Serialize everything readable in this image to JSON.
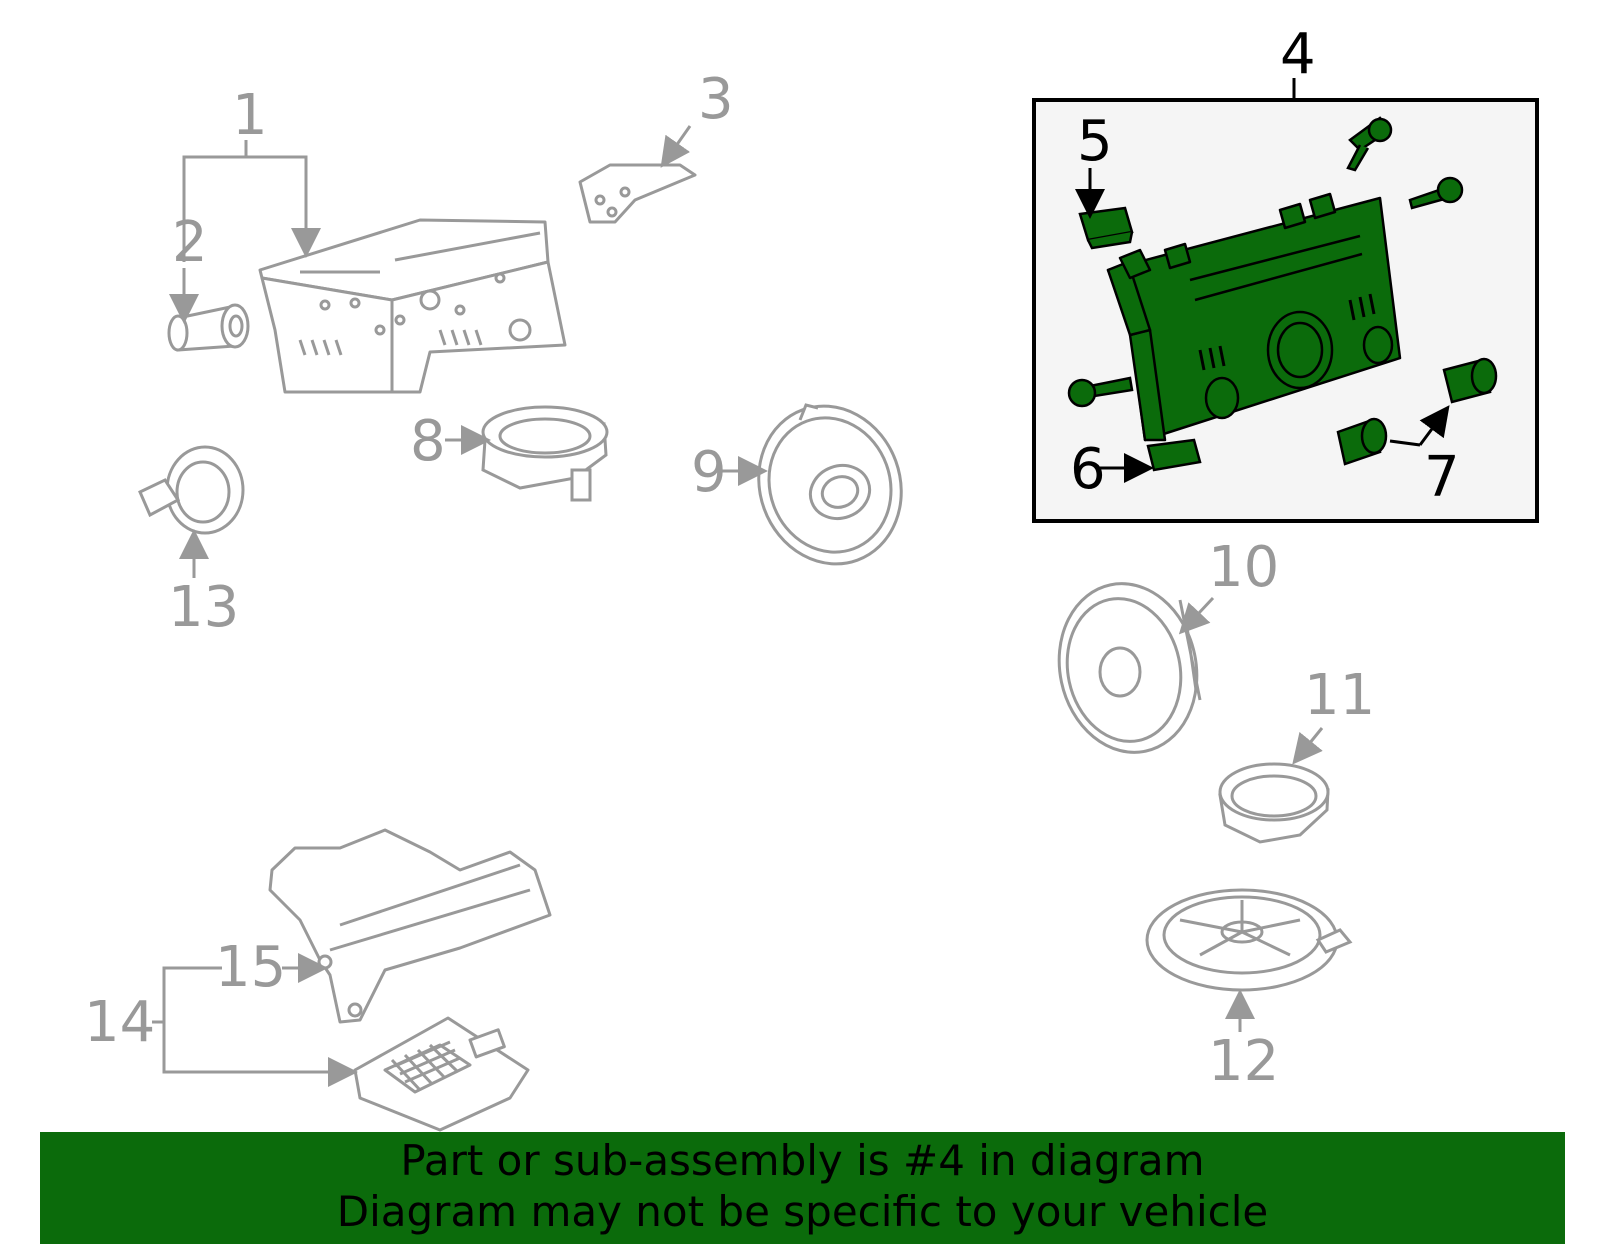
{
  "callouts": {
    "c1": "1",
    "c2": "2",
    "c3": "3",
    "c4": "4",
    "c5": "5",
    "c6": "6",
    "c7": "7",
    "c8": "8",
    "c9": "9",
    "c10": "10",
    "c11": "11",
    "c12": "12",
    "c13": "13",
    "c14": "14",
    "c15": "15"
  },
  "banner": {
    "line1": "Part or sub-assembly is #4 in diagram",
    "line2": "Diagram may not be specific to your vehicle"
  },
  "colors": {
    "highlight_part": "#0b6b0b",
    "other_parts": "#999999",
    "banner_bg": "#0b6b0b",
    "inset_bg": "#f5f5f5"
  }
}
